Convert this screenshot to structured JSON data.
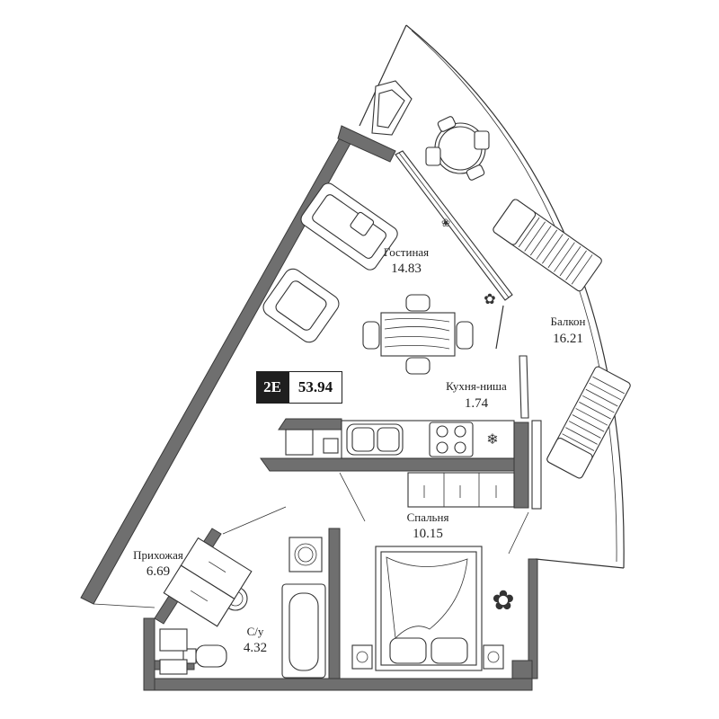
{
  "unit": {
    "code": "2E",
    "total_area": "53.94"
  },
  "rooms": [
    {
      "id": "living",
      "name": "Гостиная",
      "area": "14.83"
    },
    {
      "id": "balcony",
      "name": "Балкон",
      "area": "16.21"
    },
    {
      "id": "kitchen",
      "name": "Кухня-ниша",
      "area": "1.74"
    },
    {
      "id": "bedroom",
      "name": "Спальня",
      "area": "10.15"
    },
    {
      "id": "hallway",
      "name": "Прихожая",
      "area": "6.69"
    },
    {
      "id": "bathroom",
      "name": "С/у",
      "area": "4.32"
    }
  ],
  "colors": {
    "wall": "#6f6f6f",
    "ink": "#333333",
    "badge": "#1f1f1f"
  },
  "icons": [
    "snowflake-icon",
    "plant-icon",
    "stove-icon",
    "sink-icon"
  ]
}
